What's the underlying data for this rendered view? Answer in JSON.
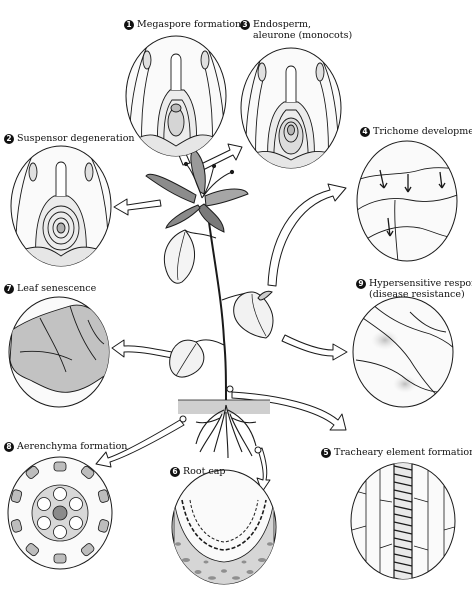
{
  "labels": {
    "megaspore": {
      "num": "1",
      "text": "Megaspore formation"
    },
    "endosperm": {
      "num": "3",
      "text": "Endosperm,",
      "text2": "aleurone (monocots)"
    },
    "suspensor": {
      "num": "2",
      "text": "Suspensor degeneration"
    },
    "trichome": {
      "num": "4",
      "text": "Trichome development"
    },
    "leaf_senescence": {
      "num": "7",
      "text": "Leaf senescence"
    },
    "hypersensitive": {
      "num": "9",
      "text": "Hypersensitive response",
      "text2": "(disease resistance)"
    },
    "aerenchyma": {
      "num": "8",
      "text": "Aerenchyma formation"
    },
    "root_cap": {
      "num": "6",
      "text": "Root cap"
    },
    "tracheary": {
      "num": "5",
      "text": "Tracheary element formation"
    }
  },
  "colors": {
    "line": "#1a1a1a",
    "arrow_fill": "#ffffff",
    "shade_light": "#d9d9d9",
    "shade_mid": "#b3b3b3",
    "shade_dark": "#7a7a7a",
    "petal": "#8c8c8c",
    "soil": "#cfcfcf"
  }
}
